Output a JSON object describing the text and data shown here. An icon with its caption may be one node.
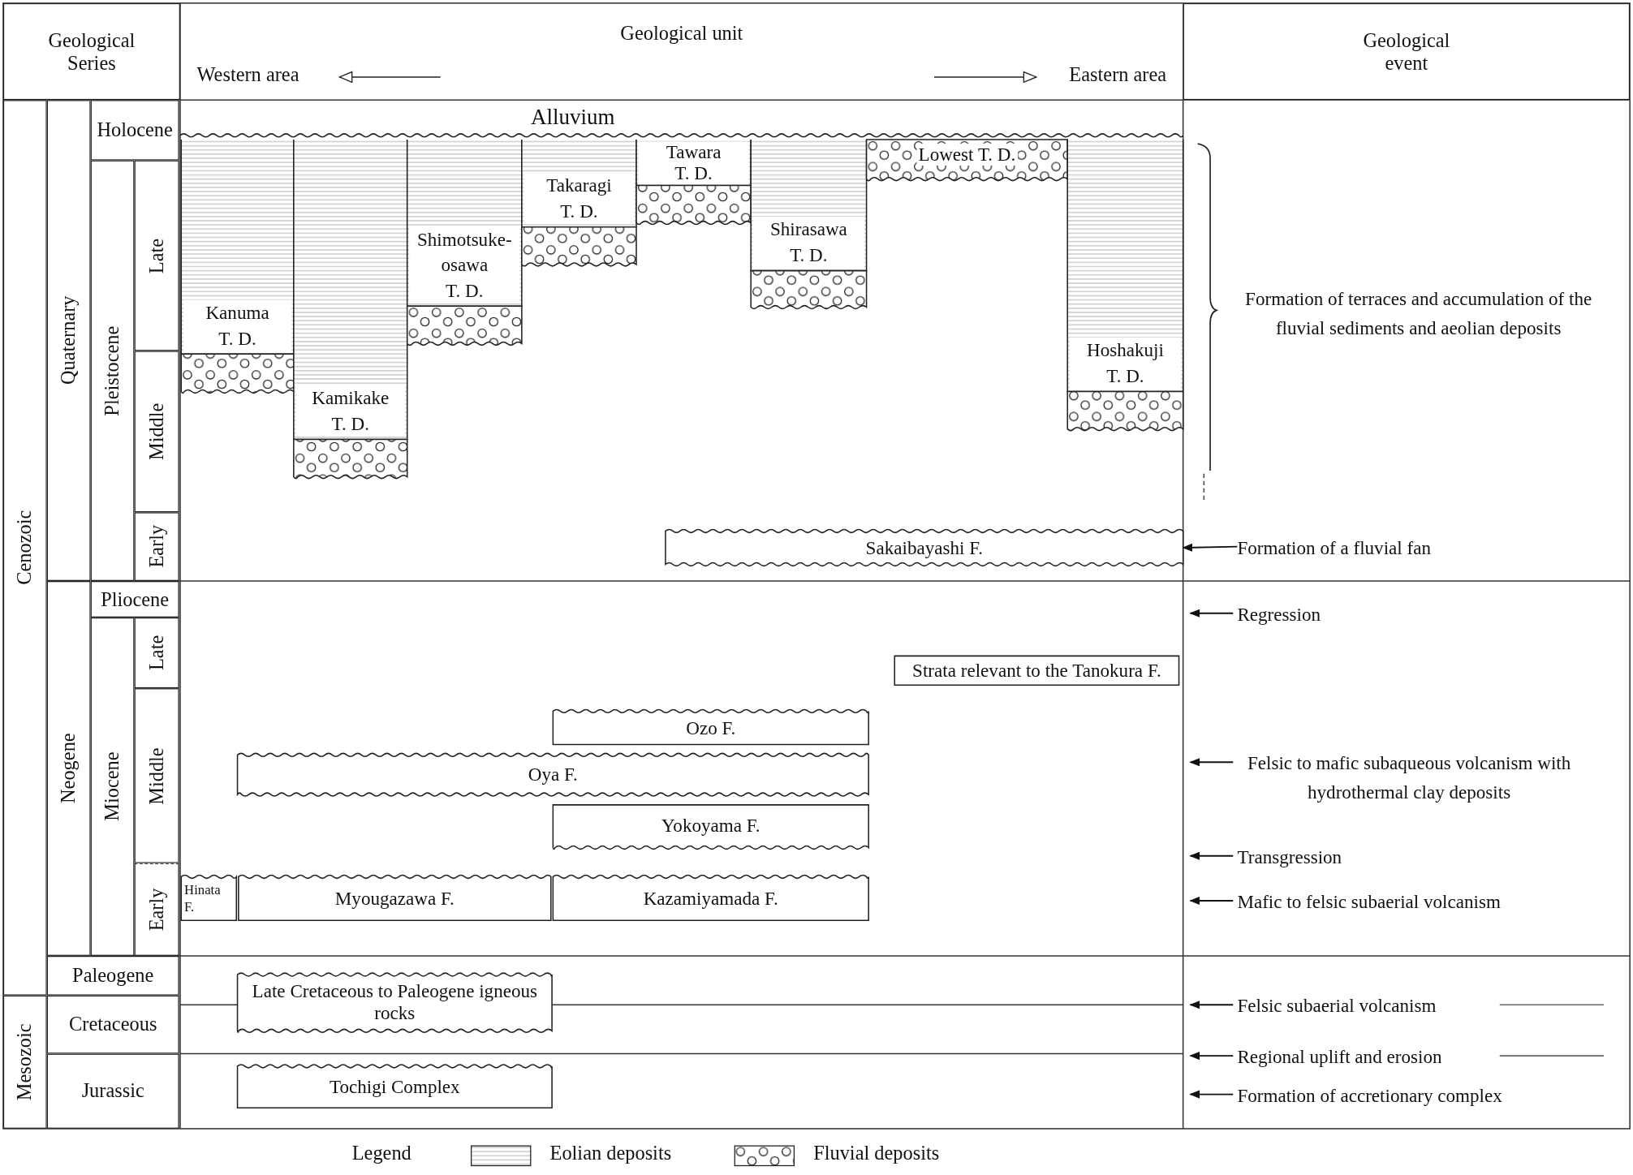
{
  "diagram": {
    "nodes": [
      {
        "text": [
          "Geological Series"
        ]
      },
      {
        "text": [
          "Geological unit",
          "Western area",
          "Eastern area"
        ]
      },
      {
        "text": [
          "Geological event"
        ]
      },
      {
        "text": [
          "Cenozoic"
        ]
      },
      {
        "text": [
          "Mesozoic"
        ]
      },
      {
        "text": [
          "Quaternary"
        ]
      },
      {
        "text": [
          "Neogene"
        ]
      },
      {
        "text": [
          "Paleogene"
        ]
      },
      {
        "text": [
          "Cretaceous"
        ]
      },
      {
        "text": [
          "Jurassic"
        ]
      },
      {
        "text": [
          "Holocene"
        ]
      },
      {
        "text": [
          "Pleistocene"
        ]
      },
      {
        "text": [
          "Late"
        ]
      },
      {
        "text": [
          "Middle"
        ]
      },
      {
        "text": [
          "Early"
        ]
      },
      {
        "text": [
          "Pliocene"
        ]
      },
      {
        "text": [
          "Miocene"
        ]
      },
      {
        "text": [
          "Late"
        ]
      },
      {
        "text": [
          "Middle"
        ]
      },
      {
        "text": [
          "Early"
        ]
      },
      {
        "text": [
          "Alluvium"
        ]
      },
      {
        "text": [
          "Kanuma T. D."
        ]
      },
      {
        "text": [
          "Kamikake T. D."
        ]
      },
      {
        "text": [
          "Shimotsuke-osawa T. D."
        ]
      },
      {
        "text": [
          "Takaragi T. D."
        ]
      },
      {
        "text": [
          "Tawara T. D."
        ]
      },
      {
        "text": [
          "Shirasawa T. D."
        ]
      },
      {
        "text": [
          "Lowest T. D."
        ]
      },
      {
        "text": [
          "Hoshakuji T. D."
        ]
      },
      {
        "text": [
          "Sakaibayashi F."
        ]
      },
      {
        "text": [
          "Strata relevant to the Tanokura F."
        ]
      },
      {
        "text": [
          "Ozo F."
        ]
      },
      {
        "text": [
          "Oya F."
        ]
      },
      {
        "text": [
          "Yokoyama F."
        ]
      },
      {
        "text": [
          "Hinata F."
        ]
      },
      {
        "text": [
          "Myougazawa F."
        ]
      },
      {
        "text": [
          "Kazamiyamada F."
        ]
      },
      {
        "text": [
          "Late Cretaceous to Paleogene igneous rocks"
        ]
      },
      {
        "text": [
          "Tochigi Complex"
        ]
      },
      {
        "text": [
          "Formation of terraces and accumulation of the fluvial sediments and aeolian deposits"
        ]
      },
      {
        "text": [
          "Formation of a fluvial fan"
        ]
      },
      {
        "text": [
          "Regression"
        ]
      },
      {
        "text": [
          "Felsic to mafic subaqueous volcanism with hydrothermal clay deposits"
        ]
      },
      {
        "text": [
          "Transgression"
        ]
      },
      {
        "text": [
          "Mafic to felsic subaerial volcanism"
        ]
      },
      {
        "text": [
          "Felsic subaerial volcanism"
        ]
      },
      {
        "text": [
          "Regional uplift and erosion"
        ]
      },
      {
        "text": [
          "Formation of accretionary complex"
        ]
      }
    ],
    "edges": [
      {
        "from": 40,
        "to": 29,
        "arrow": "to"
      },
      {
        "from": 41,
        "to": null,
        "arrow": "to"
      },
      {
        "from": 42,
        "to": null,
        "arrow": "to"
      },
      {
        "from": 43,
        "to": null,
        "arrow": "to"
      },
      {
        "from": 44,
        "to": null,
        "arrow": "to"
      },
      {
        "from": 45,
        "to": null,
        "arrow": "to"
      },
      {
        "from": 46,
        "to": null,
        "arrow": "to"
      },
      {
        "from": 47,
        "to": null,
        "arrow": "to"
      }
    ],
    "labels": [
      "Legend"
    ],
    "legend": [
      {
        "text": "Eolian deposits"
      },
      {
        "text": "Fluvial deposits"
      }
    ]
  }
}
